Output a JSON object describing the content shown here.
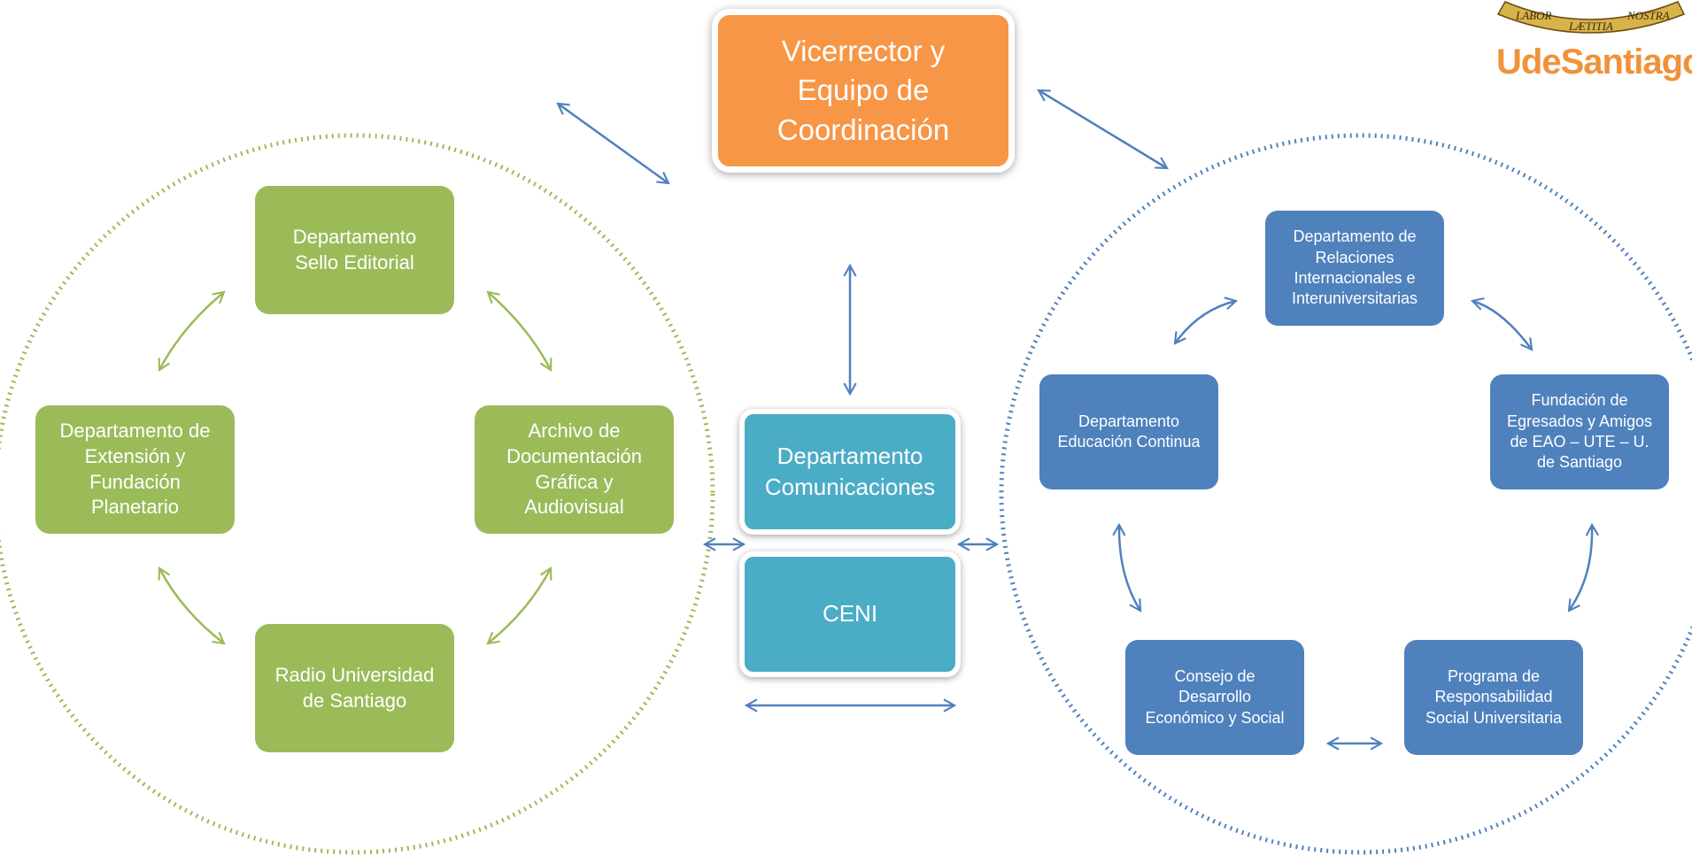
{
  "top_node": {
    "label": "Vicerrector y\nEquipo de\nCoordinación"
  },
  "center_nodes": [
    {
      "label": "Departamento\nComunicaciones"
    },
    {
      "label": "CENI"
    }
  ],
  "left_group": {
    "nodes": [
      {
        "label": "Departamento\nSello Editorial"
      },
      {
        "label": "Departamento de\nExtensión y\nFundación\nPlanetario"
      },
      {
        "label": "Archivo de\nDocumentación\nGráfica y\nAudiovisual"
      },
      {
        "label": "Radio Universidad\nde Santiago"
      }
    ]
  },
  "right_group": {
    "nodes": [
      {
        "label": "Departamento de\nRelaciones\nInternacionales e\nInteruniversitarias"
      },
      {
        "label": "Departamento\nEducación Continua"
      },
      {
        "label": "Fundación de\nEgresados y Amigos\nde EAO – UTE – U.\nde Santiago"
      },
      {
        "label": "Consejo de\nDesarrollo\nEconómico y Social"
      },
      {
        "label": "Programa de\nResponsabilidad\nSocial Universitaria"
      }
    ]
  },
  "logo": {
    "motto_words": [
      "LABOR",
      "LÆTITIA",
      "NOSTRA"
    ],
    "prefix": "Ude",
    "name": "Santiago"
  },
  "colors": {
    "green": "#9bbb59",
    "blue": "#4f81bd",
    "teal": "#4bacc6",
    "orange": "#f79646",
    "connector_blue": "#4f81bd",
    "connector_green": "#9bbb59"
  }
}
